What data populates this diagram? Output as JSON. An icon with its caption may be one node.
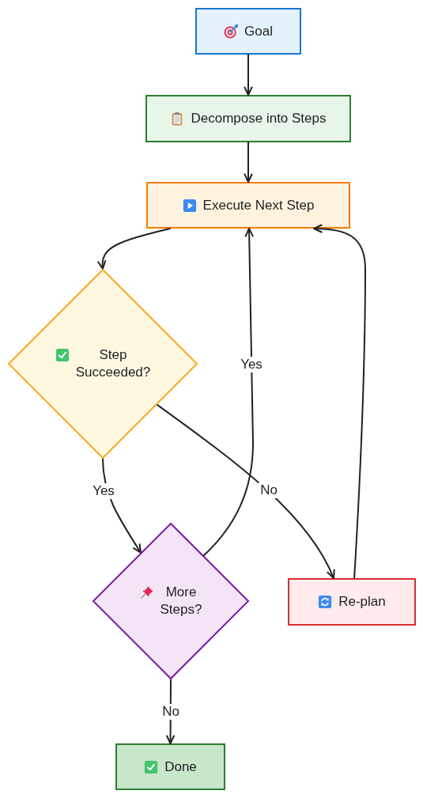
{
  "diagram": {
    "nodes": [
      {
        "text": [
          "Goal"
        ]
      },
      {
        "text": [
          "Decompose into Steps"
        ]
      },
      {
        "text": [
          "Execute Next Step"
        ]
      },
      {
        "text": [
          "Step Succeeded?"
        ]
      },
      {
        "text": [
          "More Steps?"
        ]
      },
      {
        "text": [
          "Re-plan"
        ]
      },
      {
        "text": [
          "Done"
        ]
      }
    ],
    "edges": [
      {
        "from": 0,
        "to": 1,
        "arrow": "to"
      },
      {
        "from": 1,
        "to": 2,
        "arrow": "to"
      },
      {
        "from": 2,
        "to": 3,
        "arrow": "to"
      },
      {
        "from": 3,
        "to": 4,
        "label": "Yes",
        "arrow": "to"
      },
      {
        "from": 3,
        "to": 5,
        "label": "No",
        "arrow": "to"
      },
      {
        "from": 4,
        "to": 2,
        "label": "Yes",
        "arrow": "to"
      },
      {
        "from": 5,
        "to": 2,
        "arrow": "to"
      },
      {
        "from": 4,
        "to": 6,
        "label": "No",
        "arrow": "to"
      }
    ]
  }
}
